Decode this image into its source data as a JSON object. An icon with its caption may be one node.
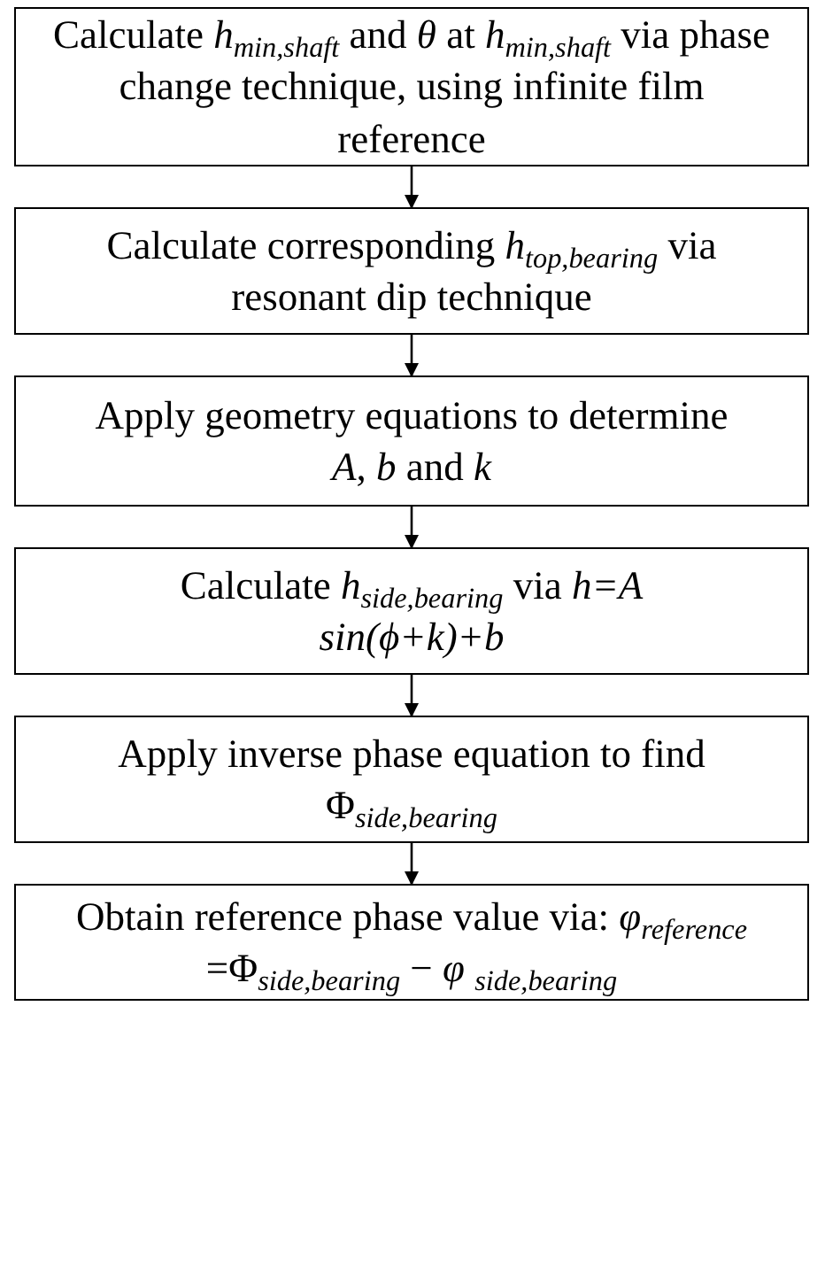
{
  "diagram": {
    "nodes": [
      {
        "text": [
          "Calculate *h*$_{min,shaft}$ and *θ* at *h*$_{min,shaft}$ via phase change technique, using infinite film reference"
        ]
      },
      {
        "text": [
          "Calculate corresponding *h*$_{top,bearing}$ via resonant dip technique"
        ]
      },
      {
        "text": [
          "Apply geometry equations to determine *A*, *b* and *k*"
        ]
      },
      {
        "text": [
          "Calculate *h*$_{side,bearing}$ via *h=A sin(ϕ+k)+b*"
        ]
      },
      {
        "text": [
          "Apply inverse phase equation to find Φ$_{side,bearing}$"
        ]
      },
      {
        "text": [
          "Obtain reference phase value via: *φ*$_{reference}$ =Φ$_{side,bearing}$ − *φ* $_{side,bearing}$"
        ]
      }
    ],
    "edges": [
      {
        "from": 0,
        "to": 1,
        "arrow": "to"
      },
      {
        "from": 1,
        "to": 2,
        "arrow": "to"
      },
      {
        "from": 2,
        "to": 3,
        "arrow": "to"
      },
      {
        "from": 3,
        "to": 4,
        "arrow": "to"
      },
      {
        "from": 4,
        "to": 5,
        "arrow": "to"
      }
    ]
  }
}
